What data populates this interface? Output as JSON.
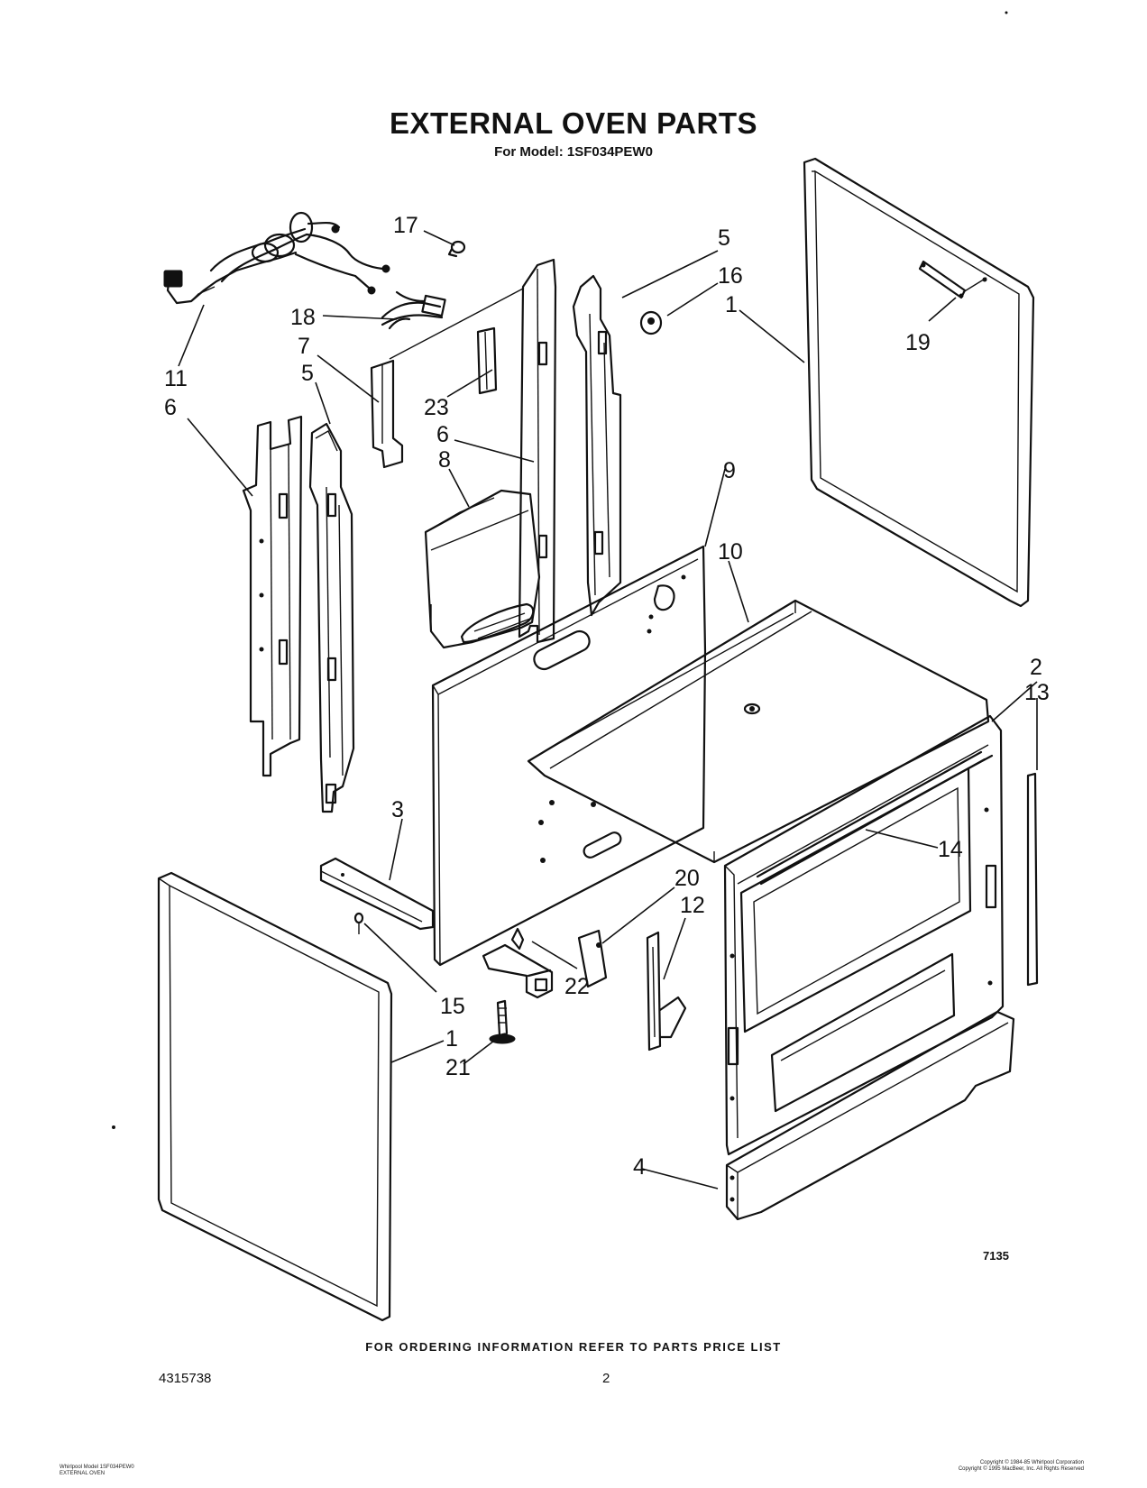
{
  "header": {
    "title": "EXTERNAL OVEN PARTS",
    "model_line": "For Model: 1SF034PEW0"
  },
  "diagram": {
    "figure_number": "7135",
    "callouts": [
      {
        "id": "c17",
        "label": "17"
      },
      {
        "id": "c5a",
        "label": "5"
      },
      {
        "id": "c16",
        "label": "16"
      },
      {
        "id": "c1a",
        "label": "1"
      },
      {
        "id": "c19",
        "label": "19"
      },
      {
        "id": "c18",
        "label": "18"
      },
      {
        "id": "c7",
        "label": "7"
      },
      {
        "id": "c5b",
        "label": "5"
      },
      {
        "id": "c11",
        "label": "11"
      },
      {
        "id": "c6a",
        "label": "6"
      },
      {
        "id": "c23",
        "label": "23"
      },
      {
        "id": "c6b",
        "label": "6"
      },
      {
        "id": "c8",
        "label": "8"
      },
      {
        "id": "c9",
        "label": "9"
      },
      {
        "id": "c10",
        "label": "10"
      },
      {
        "id": "c2",
        "label": "2"
      },
      {
        "id": "c13",
        "label": "13"
      },
      {
        "id": "c3",
        "label": "3"
      },
      {
        "id": "c14",
        "label": "14"
      },
      {
        "id": "c20",
        "label": "20"
      },
      {
        "id": "c12",
        "label": "12"
      },
      {
        "id": "c22",
        "label": "22"
      },
      {
        "id": "c15",
        "label": "15"
      },
      {
        "id": "c1b",
        "label": "1"
      },
      {
        "id": "c21",
        "label": "21"
      },
      {
        "id": "c4",
        "label": "4"
      }
    ]
  },
  "footer": {
    "ordering_note": "FOR ORDERING INFORMATION REFER TO PARTS PRICE LIST",
    "document_number": "4315738",
    "page_number": "2",
    "left_small_line1": "Whirlpool Model 1SF034PEW0",
    "left_small_line2": "EXTERNAL OVEN",
    "right_small_line1": "Copyright © 1984-85 Whirlpool Corporation",
    "right_small_line2": "Copyright © 1995 MacBeer, Inc.  All Rights Reserved"
  }
}
